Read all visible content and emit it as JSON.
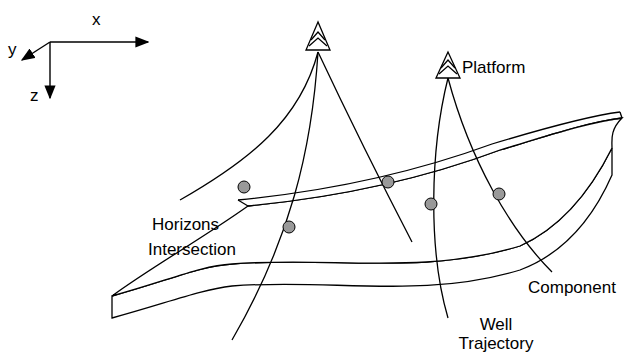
{
  "diagram": {
    "labels": [
      "x",
      "y",
      "z",
      "Platform",
      "Horizons",
      "Intersection",
      "Component",
      "Well Trajectory"
    ]
  }
}
